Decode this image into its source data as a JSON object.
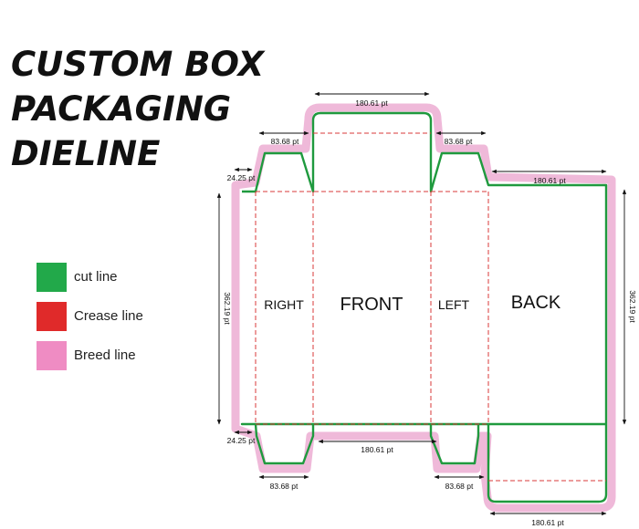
{
  "title": {
    "line1": "CUSTOM BOX",
    "line2": "PACKAGING",
    "line3": "DIELINE"
  },
  "legend": [
    {
      "label": "cut line",
      "color": "#22a94a"
    },
    {
      "label": "Crease line",
      "color": "#e02a2a"
    },
    {
      "label": "Breed line",
      "color": "#ef8cc3"
    }
  ],
  "panels": {
    "right": "RIGHT",
    "front": "FRONT",
    "left": "LEFT",
    "back": "BACK"
  },
  "dimensions": {
    "top_flap_width": "180.61 pt",
    "dust_flap_left_width": "83.68 pt",
    "dust_flap_right_width": "83.68 pt",
    "glue_flap_top": "24.25 pt",
    "back_width": "180.61 pt",
    "height_left": "362.19 pt",
    "height_right": "362.19 pt",
    "glue_flap_bottom": "24.25 pt",
    "bottom_middle": "180.61 pt",
    "bottom_dust_left": "83.68 pt",
    "bottom_dust_right": "83.68 pt",
    "bottom_flap_width": "180.61 pt"
  }
}
